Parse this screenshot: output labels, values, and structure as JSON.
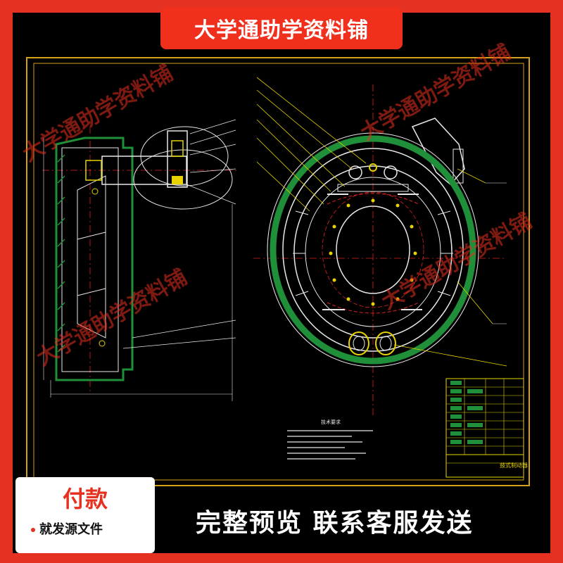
{
  "banner": {
    "title": "大学通助学资料铺"
  },
  "watermark": {
    "text": "大学通助学资料铺"
  },
  "drawing": {
    "notes_title": "技术要求",
    "title_block_name": "鼓式制动器"
  },
  "footer": {
    "pay_label": "付款",
    "pay_sub": "就发源文件",
    "preview_text": "完整预览  联系客服发送"
  },
  "colors": {
    "background": "#e5311f",
    "canvas": "#000000",
    "frame": "#d4a017",
    "cad_green": "#1f8f3a",
    "cad_white": "#e8e8e8",
    "cad_yellow": "#e6d300",
    "cad_red": "#e02020"
  }
}
